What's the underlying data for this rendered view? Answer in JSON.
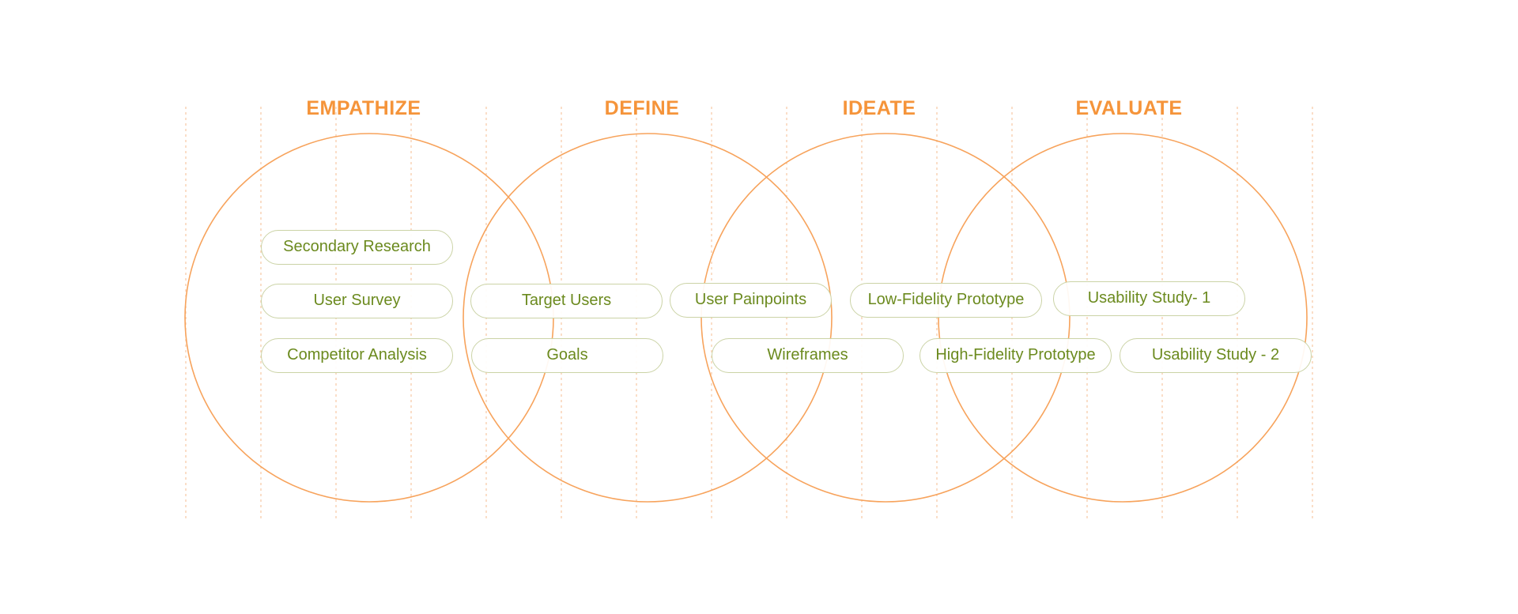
{
  "colors": {
    "accent_orange": "#f7a35c",
    "title_orange": "#f5943a",
    "grid_line": "#f7c9a3",
    "pill_text": "#6b8a1e",
    "pill_border": "#cbd3a6",
    "background": "#ffffff"
  },
  "stages": [
    {
      "title": "EMPATHIZE"
    },
    {
      "title": "DEFINE"
    },
    {
      "title": "IDEATE"
    },
    {
      "title": "EVALUATE"
    }
  ],
  "activities": [
    {
      "label": "Secondary Research"
    },
    {
      "label": "User Survey"
    },
    {
      "label": "Competitor Analysis"
    },
    {
      "label": "Target Users"
    },
    {
      "label": "Goals"
    },
    {
      "label": "User Painpoints"
    },
    {
      "label": "Wireframes"
    },
    {
      "label": "Low-Fidelity Prototype"
    },
    {
      "label": "High-Fidelity Prototype"
    },
    {
      "label": "Usability Study- 1"
    },
    {
      "label": "Usability Study - 2"
    }
  ]
}
